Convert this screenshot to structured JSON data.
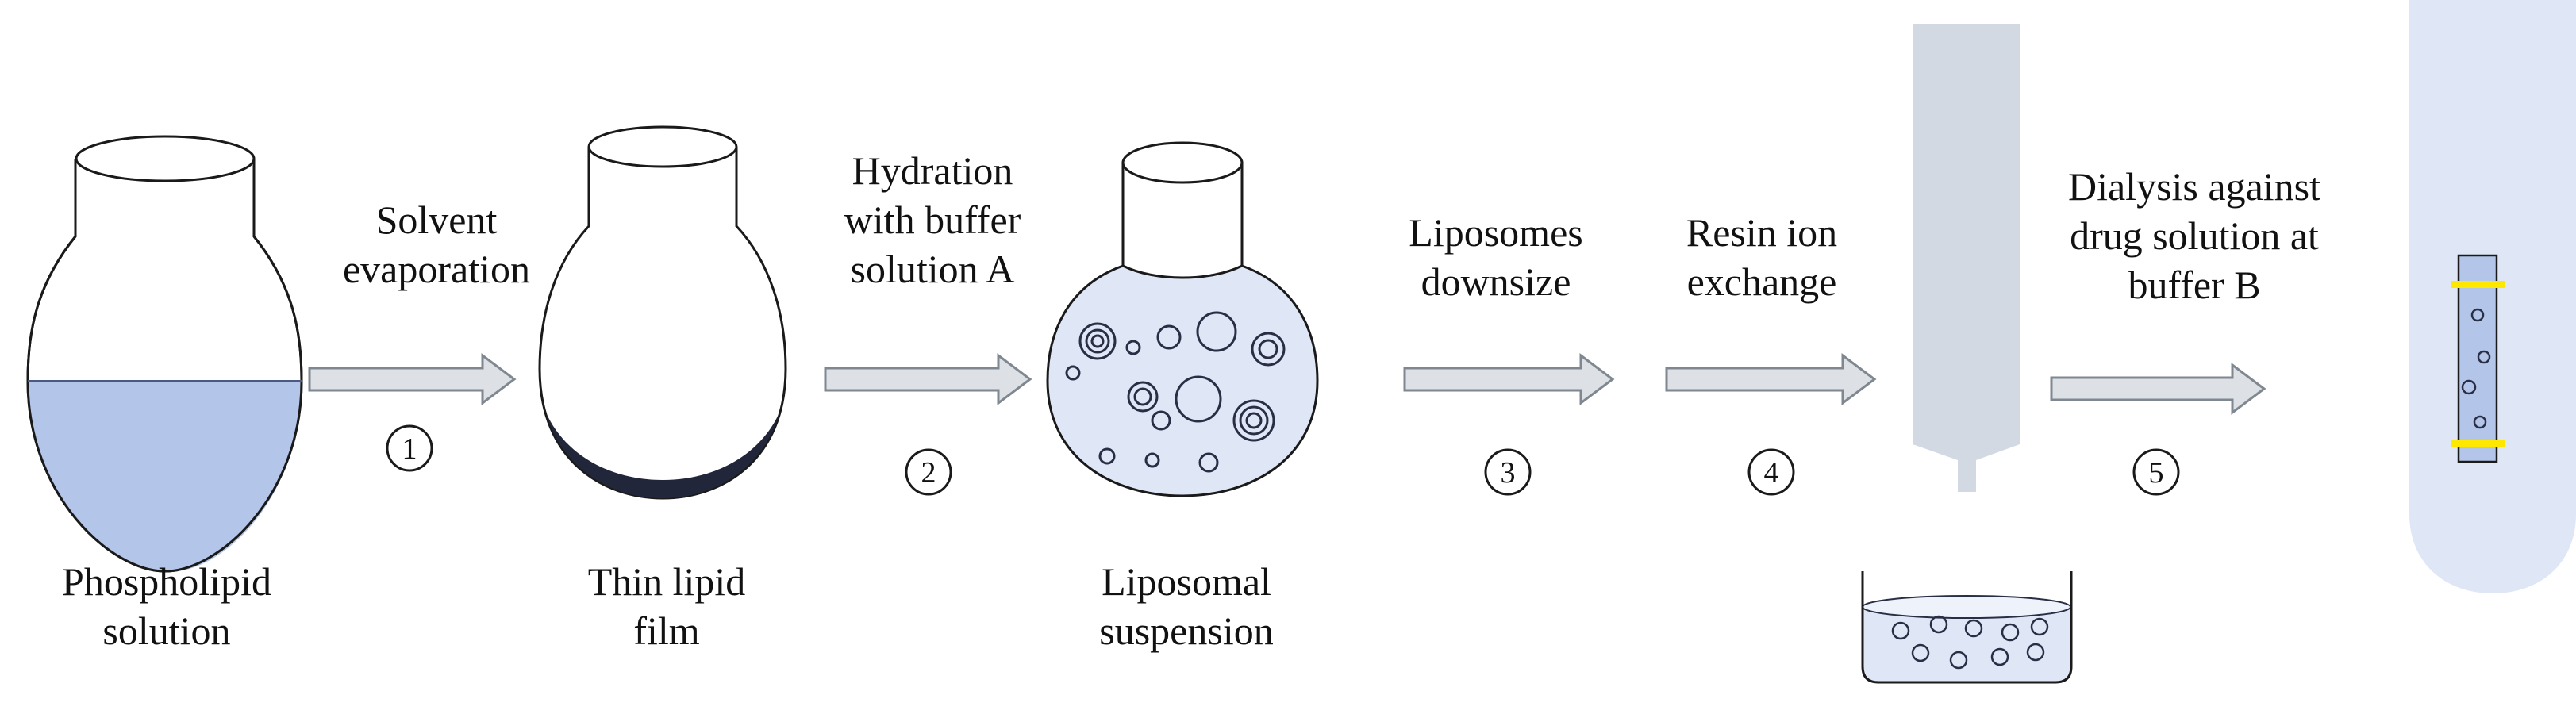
{
  "stages": [
    {
      "label_lines": [
        "Phospholipid",
        "solution"
      ]
    },
    {
      "label_lines": [
        "Thin lipid",
        "film"
      ]
    },
    {
      "label_lines": [
        "Liposomal",
        "suspension"
      ]
    }
  ],
  "steps": [
    {
      "number": "1",
      "text_lines": [
        "Solvent",
        "evaporation"
      ]
    },
    {
      "number": "2",
      "text_lines": [
        "Hydration",
        "with buffer",
        "solution A"
      ]
    },
    {
      "number": "3",
      "text_lines": [
        "Liposomes",
        "downsize"
      ]
    },
    {
      "number": "4",
      "text_lines": [
        "Resin ion",
        "exchange"
      ]
    },
    {
      "number": "5",
      "text_lines": [
        "Dialysis against",
        "drug solution at",
        "buffer B"
      ]
    }
  ],
  "colors": {
    "outline": "#1a1a1a",
    "liquid": "#b3c5e8",
    "lipid_film": "#22263a",
    "column": "#d3d9e3",
    "tube": "#dfe7f7",
    "bag": "#b3c5e8",
    "clip": "#ffe800",
    "arrow_fill": "#dde1e6",
    "arrow_stroke": "#7f8790"
  },
  "icons": [
    "round-bottom-flask-icon",
    "lipid-film-flask-icon",
    "liposome-flask-icon",
    "ion-exchange-column-icon",
    "collection-beaker-icon",
    "dialysis-tube-icon",
    "process-arrow-icon"
  ]
}
